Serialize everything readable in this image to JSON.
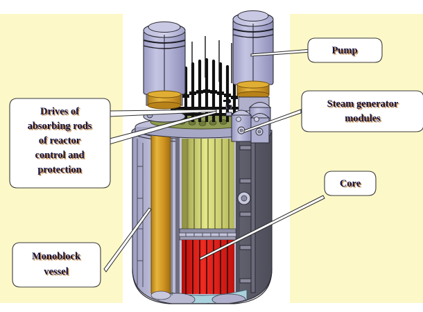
{
  "figure": {
    "subject": "integral-reactor-cutaway",
    "background_color": "#fdf8c8",
    "panel_color": "#ffffff",
    "label_text_color": "#12123f",
    "label_shadow_color": "#b4732a",
    "callout_fill": "#ffffff",
    "callout_border": "#3a3a3a"
  },
  "callouts": [
    {
      "id": "pump",
      "lines": [
        "Pump"
      ]
    },
    {
      "id": "steam-generator-modules",
      "lines": [
        "Steam generator",
        "modules"
      ]
    },
    {
      "id": "drives-of-absorbing-rods",
      "lines": [
        "Drives of",
        "absorbing rods",
        "of reactor",
        "control and",
        "protection"
      ]
    },
    {
      "id": "monoblock-vessel",
      "lines": [
        "Monoblock",
        "vessel"
      ]
    },
    {
      "id": "core",
      "lines": [
        "Core"
      ]
    }
  ],
  "model_parts": {
    "pump_left": "pump-cylinder-left",
    "pump_right": "pump-cylinder-right",
    "pump_body_color": "#b5b5d8",
    "pump_collar_color": "#d9a326",
    "steam_generators": "steam-generator-module-group",
    "control_rod_drives": "absorbing-rod-drive-bundle",
    "rod_color": "#111111",
    "vessel_outer_color": "#62626f",
    "vessel_inner_color": "#b8b8d4",
    "riser_column_color": "#cf9320",
    "fuel_upper_color": "#d9dc72",
    "core_color": "#e21b16",
    "lower_plenum_color": "#a9d2dc"
  }
}
